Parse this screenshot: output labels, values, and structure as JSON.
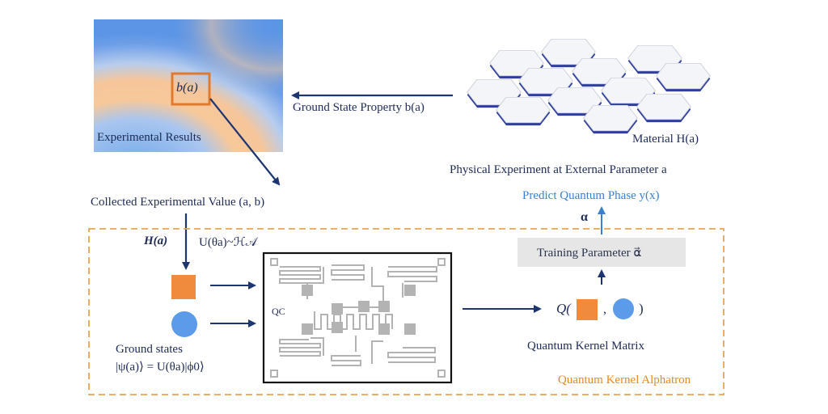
{
  "colors": {
    "navy": "#1d3672",
    "blue_text": "#3b7fd0",
    "orange": "#f08a3c",
    "orange_text": "#e58a1f",
    "circle_blue": "#5b9bea",
    "training_box": "#e6e6e6"
  },
  "experiment": {
    "result_label": "Experimental Results",
    "box_label": "b(a)",
    "ground_state_property": "Ground State Property b(a)",
    "material_label": "Material H(a)",
    "physical_experiment": "Physical Experiment at External Parameter a",
    "collected_value": "Collected Experimental Value (a, b)"
  },
  "alphatron": {
    "h_label": "H(a)",
    "unitary_label": "U(θa)~ℋ𝒜",
    "qc_label": "QC",
    "ground_states_line1": "Ground states",
    "ground_states_line2": "|ψ(a)⟩ = U(θa)|ϕ0⟩",
    "kernel_q": "Q(",
    "kernel_comma": ",",
    "kernel_close": ")",
    "kernel_matrix": "Quantum Kernel Matrix",
    "training_parameter": "Training Parameter α⃗",
    "alpha_vec": "α⃗",
    "predict": "Predict Quantum Phase y(x)",
    "title": "Quantum Kernel Alphatron"
  },
  "icons": [
    "hexagon-lattice-icon",
    "quantum-chip-icon",
    "orange-square-icon",
    "blue-circle-icon"
  ]
}
